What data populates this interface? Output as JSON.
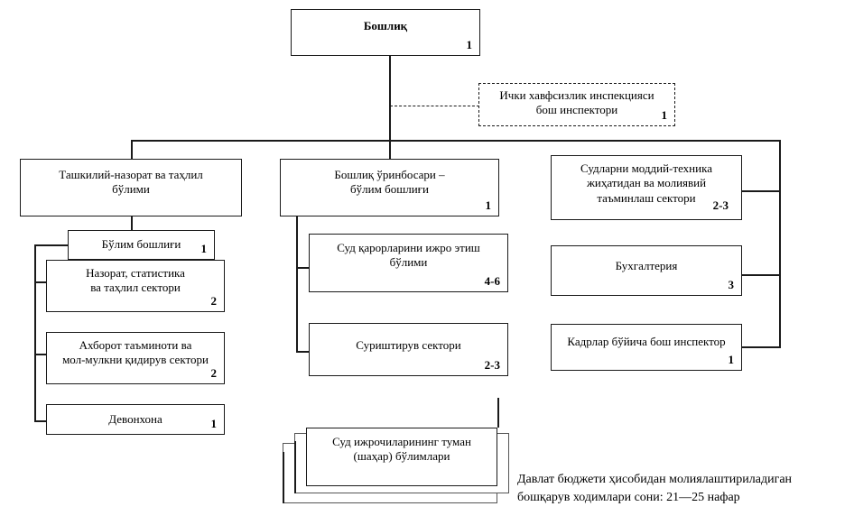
{
  "chart_data": {
    "type": "diagram",
    "title": "Organizational structure chart",
    "nodes": [
      {
        "id": "head",
        "label": "Бошлиқ",
        "count": "1"
      },
      {
        "id": "internal-security",
        "label": "Ички хавфсизлик инспекцияси\nбош инспектори",
        "count": "1",
        "style": "dashed"
      },
      {
        "id": "org-control-dept",
        "label": "Ташкилий-назорат ва таҳлил\nбўлими",
        "count": ""
      },
      {
        "id": "dept-head",
        "label": "Бўлим бошлиғи",
        "count": "1"
      },
      {
        "id": "control-stat-sector",
        "label": "Назорат, статистика\nва таҳлил сектори",
        "count": "2"
      },
      {
        "id": "info-search-sector",
        "label": "Ахборот таъминоти ва\nмол-мулкни қидирув сектори",
        "count": "2"
      },
      {
        "id": "chancellery",
        "label": "Девонхона",
        "count": "1"
      },
      {
        "id": "deputy-head",
        "label": "Бошлиқ ўринбосари –\nбўлим бошлиғи",
        "count": "1"
      },
      {
        "id": "court-exec-dept",
        "label": "Суд қарорларини ижро этиш\nбўлими",
        "count": "4-6"
      },
      {
        "id": "inquiry-sector",
        "label": "Суриштирув сектори",
        "count": "2-3"
      },
      {
        "id": "material-tech-sector",
        "label": "Судларни моддий-техника\nжиҳатидан ва молиявий\nтаъминлаш сектори",
        "count": "2-3"
      },
      {
        "id": "accounting",
        "label": "Бухгалтерия",
        "count": "3"
      },
      {
        "id": "hr-inspector",
        "label": "Кадрлар бўйича бош инспектор",
        "count": "1"
      },
      {
        "id": "district-branches",
        "label": "Суд ижрочиларининг туман\n(шаҳар) бўлимлари",
        "count": ""
      }
    ],
    "footnote": "Давлат бюджети ҳисобидан молиялаштириладиган\nбошқарув ходимлари сони: 21—25 нафар",
    "colors": {
      "line": "#1a1a1a",
      "box_border": "#1a1a1a",
      "background": "#ffffff",
      "text": "#000000"
    }
  }
}
